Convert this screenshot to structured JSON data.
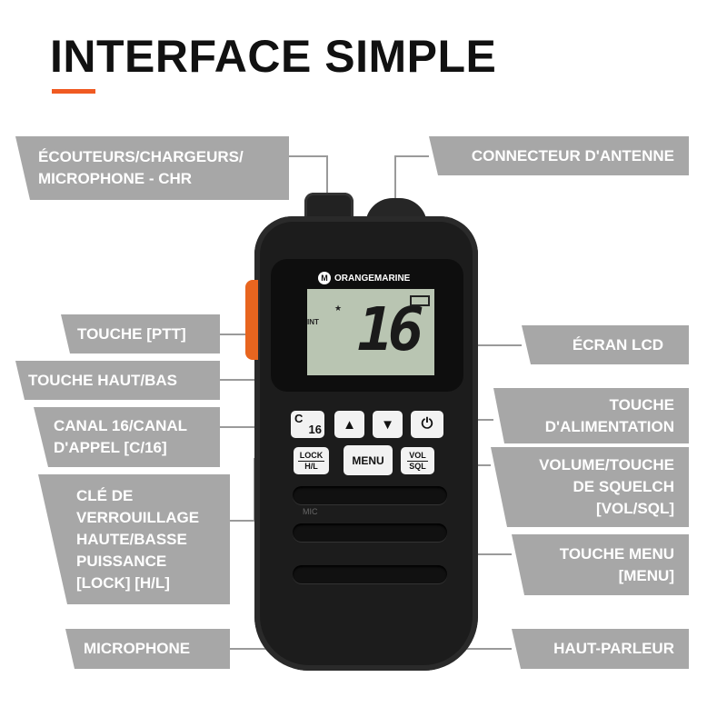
{
  "title": "INTERFACE SIMPLE",
  "accent_color": "#f05a22",
  "label_color": "#a7a7a7",
  "labels_left": [
    {
      "id": "earphones",
      "lines": [
        "ÉCOUTEURS/CHARGEURS/",
        "MICROPHONE - CHR"
      ]
    },
    {
      "id": "ptt",
      "lines": [
        "TOUCHE [PTT]"
      ]
    },
    {
      "id": "updown",
      "lines": [
        "TOUCHE HAUT/BAS"
      ]
    },
    {
      "id": "c16",
      "lines": [
        "CANAL 16/CANAL",
        "D'APPEL [C/16]"
      ]
    },
    {
      "id": "lock",
      "lines": [
        "CLÉ DE",
        "VERROUILLAGE",
        "HAUTE/BASSE",
        "PUISSANCE",
        "[LOCK] [H/L]"
      ]
    },
    {
      "id": "mic",
      "lines": [
        "MICROPHONE"
      ]
    }
  ],
  "labels_right": [
    {
      "id": "antenna",
      "lines": [
        "CONNECTEUR D'ANTENNE"
      ]
    },
    {
      "id": "lcd",
      "lines": [
        "ÉCRAN LCD"
      ]
    },
    {
      "id": "power",
      "lines": [
        "TOUCHE",
        "D'ALIMENTATION"
      ]
    },
    {
      "id": "vol",
      "lines": [
        "VOLUME/TOUCHE",
        "DE SQUELCH",
        "[VOL/SQL]"
      ]
    },
    {
      "id": "menu",
      "lines": [
        "TOUCHE MENU",
        "[MENU]"
      ]
    },
    {
      "id": "speaker",
      "lines": [
        "HAUT-PARLEUR"
      ]
    }
  ],
  "radio": {
    "brand": "ORANGEMARINE",
    "brand_mark": "M",
    "lcd_channel": "16",
    "lcd_int": "INT",
    "lcd_star": "★",
    "buttons": {
      "c_top": "C",
      "c_num": "16",
      "up": "▲",
      "down": "▼",
      "power": "⏻",
      "lock_top": "LOCK",
      "lock_bottom": "H/L",
      "menu": "MENU",
      "vol_top": "VOL",
      "vol_bottom": "SQL"
    },
    "mic_text": "MIC"
  }
}
